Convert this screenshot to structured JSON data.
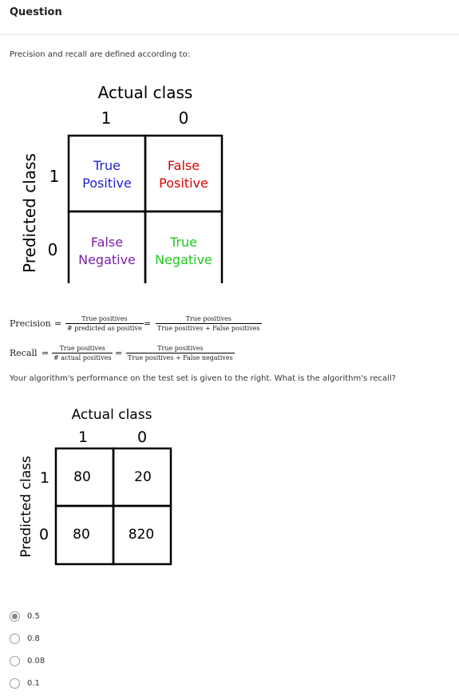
{
  "header": {
    "title": "Question"
  },
  "intro": "Precision and recall are defined according to:",
  "confusion_diagram": {
    "top_label": "Actual class",
    "side_label": "Predicted class",
    "col_labels": [
      "1",
      "0"
    ],
    "row_labels": [
      "1",
      "0"
    ],
    "cells": [
      {
        "line1": "True",
        "line2": "Positive",
        "color": "#1f1fd1"
      },
      {
        "line1": "False",
        "line2": "Positive",
        "color": "#e00000"
      },
      {
        "line1": "False",
        "line2": "Negative",
        "color": "#7a1fa8"
      },
      {
        "line1": "True",
        "line2": "Negative",
        "color": "#1ec81e"
      }
    ]
  },
  "formulas": {
    "precision": {
      "lhs": "Precision",
      "frac1_num": "True positives",
      "frac1_den": "# predicted as positive",
      "frac2_num": "True positives",
      "frac2_den": "True positives + False positives"
    },
    "recall": {
      "lhs": "Recall",
      "frac1_num": "True positives",
      "frac1_den": "# actual positives",
      "frac2_num": "True positives",
      "frac2_den": "True positives + False negatives"
    },
    "eq_sign": "="
  },
  "question": "Your algorithm's performance on the test set is given to the right. What is the algorithm's recall?",
  "performance_matrix": {
    "top_label": "Actual class",
    "side_label": "Predicted class",
    "col_labels": [
      "1",
      "0"
    ],
    "row_labels": [
      "1",
      "0"
    ],
    "values": [
      "80",
      "20",
      "80",
      "820"
    ]
  },
  "options": [
    {
      "label": "0.5",
      "selected": true
    },
    {
      "label": "0.8",
      "selected": false
    },
    {
      "label": "0.08",
      "selected": false
    },
    {
      "label": "0.1",
      "selected": false
    }
  ]
}
